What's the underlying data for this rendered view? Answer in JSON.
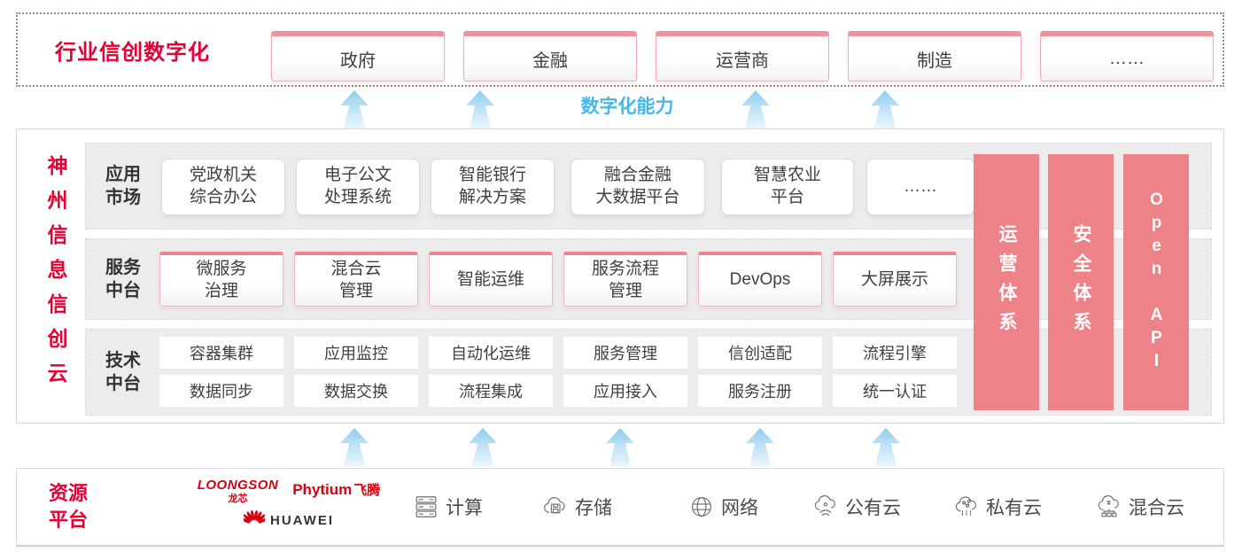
{
  "colors": {
    "accent_red": "#e60033",
    "pillar_pink": "#ee8289",
    "capability_blue": "#44b8e8",
    "logo_red": "#d7000f"
  },
  "top_banner": {
    "label": "行业信创数字化",
    "items": [
      "政府",
      "金融",
      "运营商",
      "制造",
      "……"
    ]
  },
  "capability_label": "数字化能力",
  "platform": {
    "side_title": "神州信息信创云",
    "app_row": {
      "label": "应用\n市场",
      "items": [
        "党政机关\n综合办公",
        "电子公文\n处理系统",
        "智能银行\n解决方案",
        "融合金融\n大数据平台",
        "智慧农业\n平台",
        "……"
      ]
    },
    "service_row": {
      "label": "服务\n中台",
      "items": [
        "微服务\n治理",
        "混合云\n管理",
        "智能运维",
        "服务流程\n管理",
        "DevOps",
        "大屏展示"
      ]
    },
    "tech_row": {
      "label": "技术\n中台",
      "row1": [
        "容器集群",
        "应用监控",
        "自动化运维",
        "服务管理",
        "信创适配",
        "流程引擎"
      ],
      "row2": [
        "数据同步",
        "数据交换",
        "流程集成",
        "应用接入",
        "服务注册",
        "统一认证"
      ]
    },
    "pillars": [
      "运营体系",
      "安全体系",
      "Open API"
    ]
  },
  "resources": {
    "label": "资源\n平台",
    "vendors": {
      "loongson": "LOONGSON",
      "loongson_sub": "龙芯",
      "phytium": "Phytium",
      "phytium_sub": "飞腾",
      "huawei": "HUAWEI"
    },
    "items": [
      {
        "label": "计算"
      },
      {
        "label": "存储"
      },
      {
        "label": "网络"
      },
      {
        "label": "公有云"
      },
      {
        "label": "私有云"
      },
      {
        "label": "混合云"
      }
    ]
  }
}
